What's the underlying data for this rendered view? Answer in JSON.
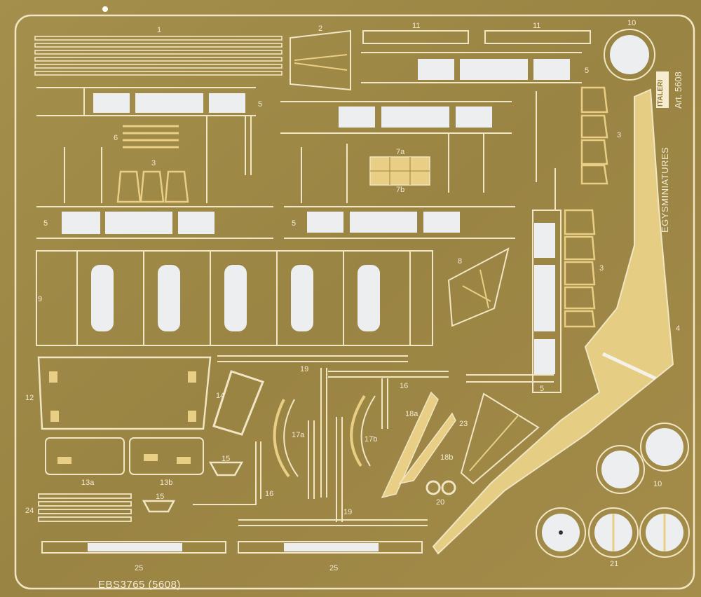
{
  "sheet": {
    "code_label": "EBS3765 (5608)",
    "brand_label": "EGYSMINIATURES",
    "article_label": "Art. 5608",
    "logo_text": "ITALERI",
    "colors": {
      "brass": "#a7914d",
      "brass_dark": "#8c7637",
      "bright": "#f1e6c4",
      "part": "#e8cf85",
      "hole": "#eceef0"
    }
  },
  "part_numbers": [
    "1",
    "2",
    "11",
    "11",
    "10",
    "5",
    "5",
    "3",
    "6",
    "3",
    "7a",
    "7b",
    "5",
    "5",
    "9",
    "8",
    "3",
    "4",
    "12",
    "19",
    "14",
    "17a",
    "17b",
    "16",
    "18a",
    "18b",
    "23",
    "15",
    "15",
    "16",
    "13a",
    "13b",
    "24",
    "19",
    "20",
    "10",
    "25",
    "25",
    "21",
    "5"
  ]
}
